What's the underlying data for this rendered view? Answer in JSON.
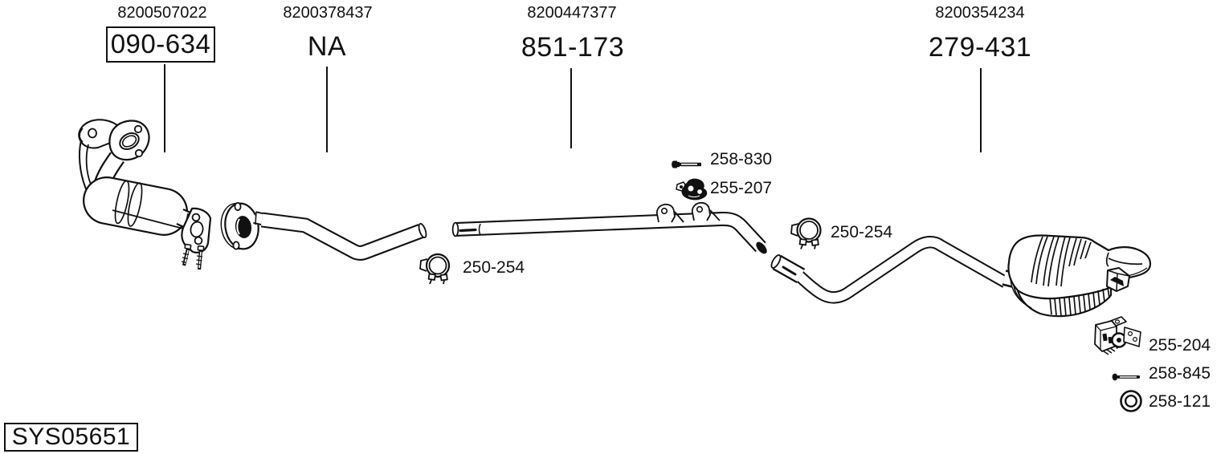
{
  "diagram": {
    "system_code": "SYS05651",
    "parts_header": [
      {
        "oem": "8200507022",
        "part": "090-634"
      },
      {
        "oem": "8200378437",
        "part": "NA"
      },
      {
        "oem": "8200447377",
        "part": "851-173"
      },
      {
        "oem": "8200354234",
        "part": "279-431"
      }
    ],
    "callouts": {
      "bolt_front": "258-830",
      "rubber_mount_front": "255-207",
      "clamp_front": "250-254",
      "clamp_rear": "250-254",
      "rubber_mount_rear": "255-204",
      "bolt_rear": "258-845",
      "gasket_ring_rear": "258-121"
    },
    "colors": {
      "line": "#111111",
      "background": "#ffffff"
    }
  }
}
